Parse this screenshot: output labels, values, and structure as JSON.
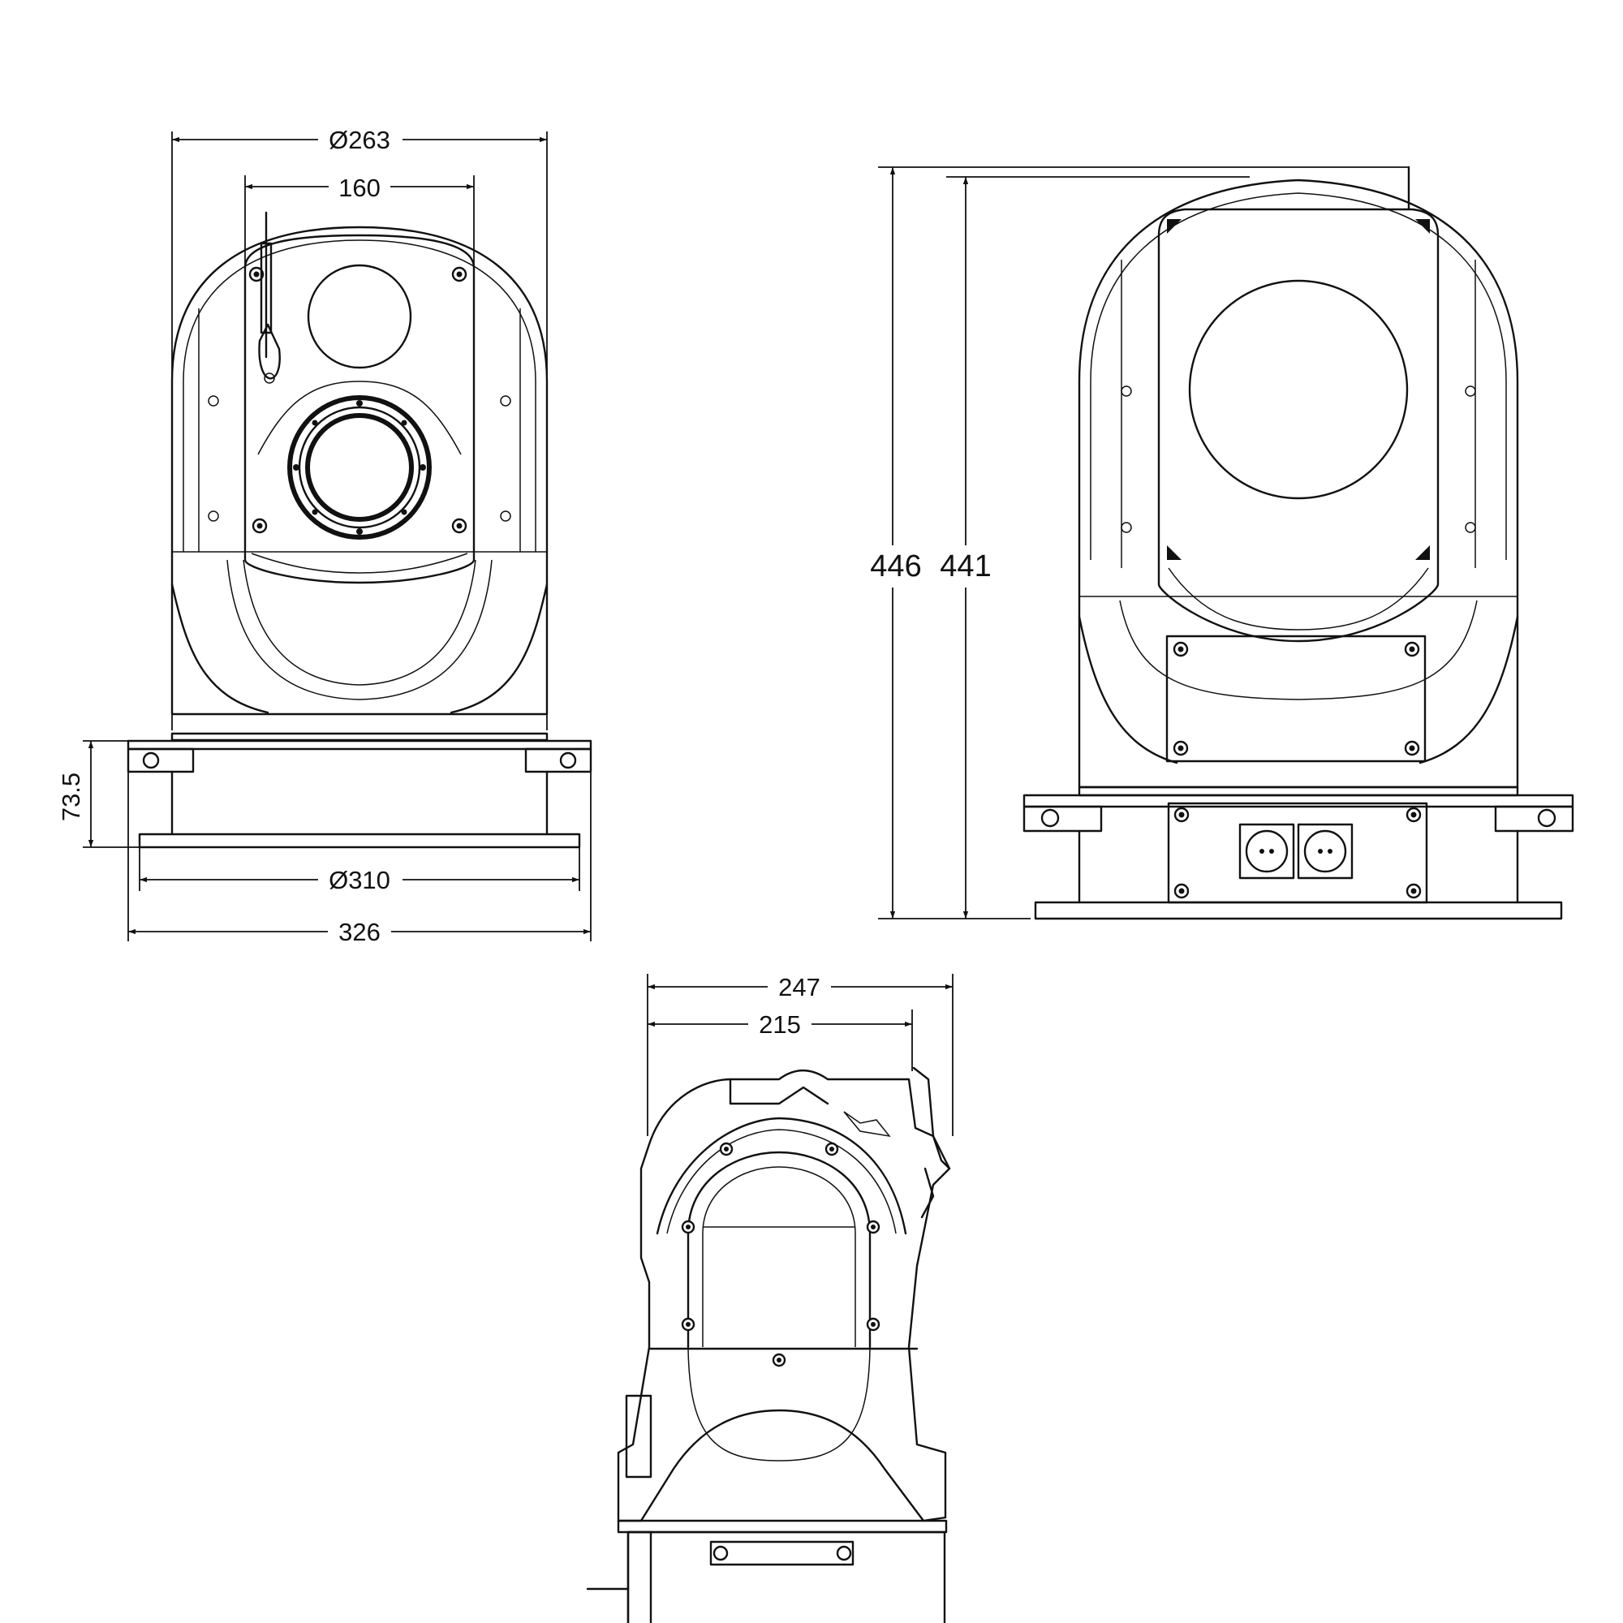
{
  "dimensions": {
    "front_view": {
      "housing_diameter": "Ø263",
      "window_width": "160",
      "base_height": "73.5",
      "base_diameter": "Ø310",
      "base_width": "326"
    },
    "rear_view": {
      "overall_height": "446",
      "body_height": "441"
    },
    "side_view": {
      "overall_depth": "247",
      "body_depth": "215"
    }
  }
}
